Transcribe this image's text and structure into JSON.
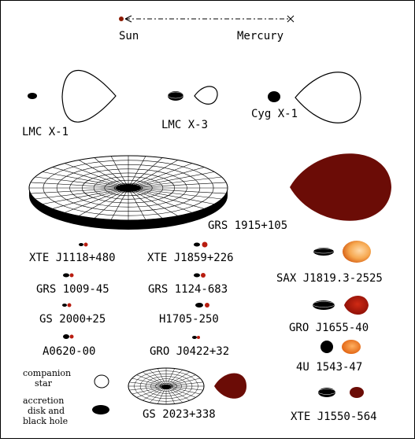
{
  "scale_bar": {
    "left_label": "Sun",
    "right_label": "Mercury"
  },
  "systems": {
    "lmc_x1": "LMC X-1",
    "lmc_x3": "LMC X-3",
    "cyg_x1": "Cyg X-1",
    "grs_1915": "GRS 1915+105",
    "xte_j1118": "XTE J1118+480",
    "xte_j1859": "XTE J1859+226",
    "sax_j1819": "SAX J1819.3-2525",
    "grs_1009": "GRS 1009-45",
    "grs_1124": "GRS 1124-683",
    "gs_2000": "GS 2000+25",
    "h1705": "H1705-250",
    "gro_j1655": "GRO J1655-40",
    "a0620": "A0620-00",
    "gro_j0422": "GRO J0422+32",
    "u4_1543": "4U 1543-47",
    "gs_2023": "GS 2023+338",
    "xte_j1550": "XTE J1550-564"
  },
  "legend": {
    "companion_line1": "companion",
    "companion_line2": "star",
    "disk_line1": "accretion",
    "disk_line2": "disk and",
    "disk_line3": "black hole"
  },
  "colors": {
    "sun": "#8b1a00",
    "dark_star": "#6b0c06",
    "red_star": "#b81d10",
    "orange_star": "#f08a24",
    "light_orange": "#f6b46a",
    "disk": "#000000"
  }
}
